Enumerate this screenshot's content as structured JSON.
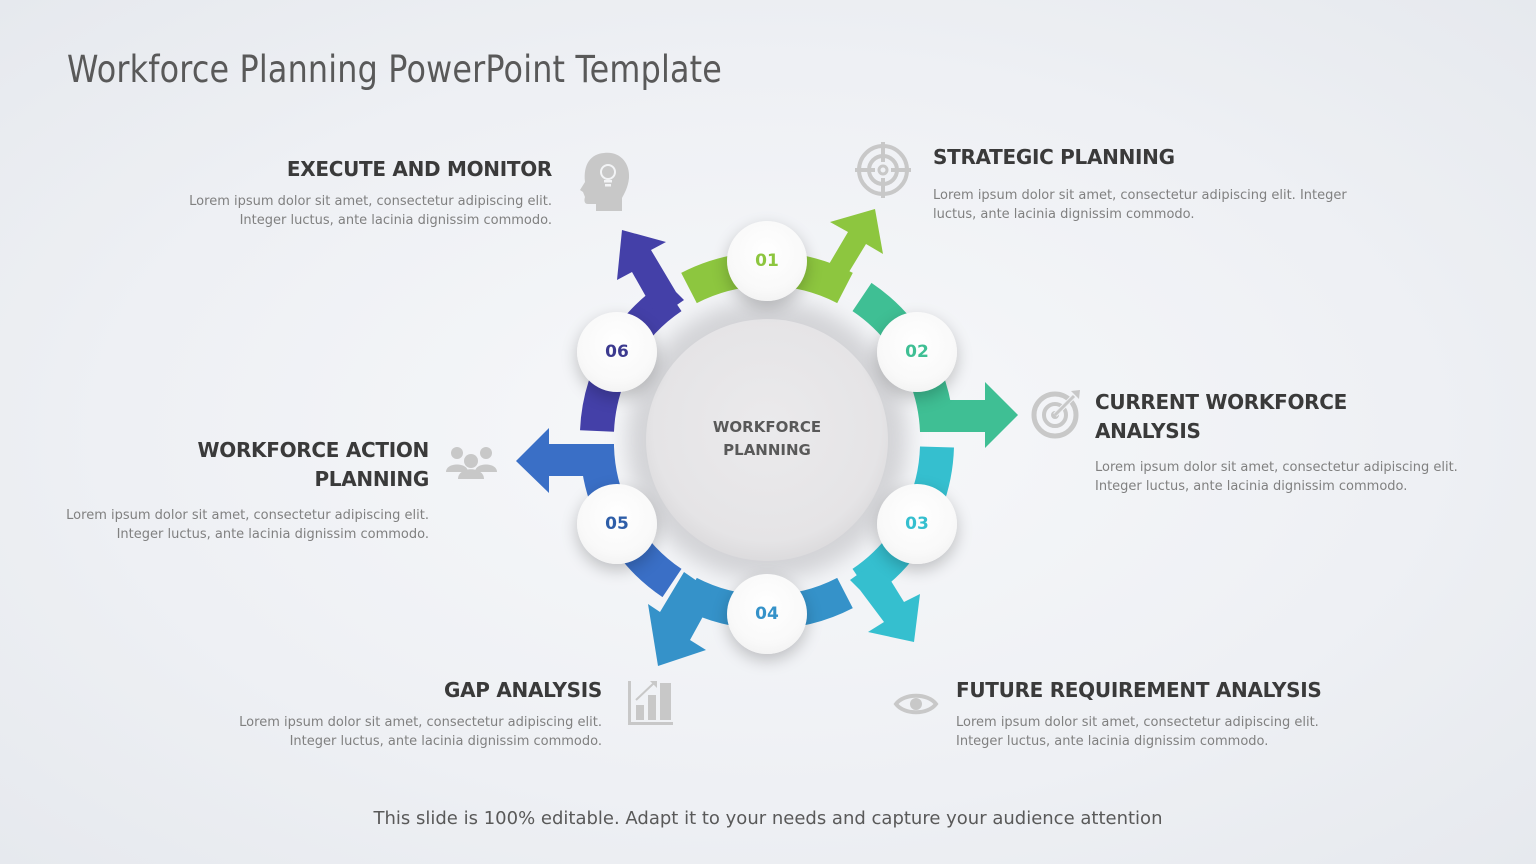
{
  "slide": {
    "title": "Workforce Planning PowerPoint Template",
    "footer": "This slide is 100% editable. Adapt it to your needs and capture your audience attention"
  },
  "center": {
    "line1": "WORKFORCE",
    "line2": "PLANNING"
  },
  "steps": [
    {
      "number": "01",
      "color": "#8dc63f",
      "heading": "STRATEGIC PLANNING",
      "description": "Lorem ipsum dolor sit amet, consectetur adipiscing elit. Integer luctus, ante lacinia dignissim commodo.",
      "icon": "crosshair-target-icon"
    },
    {
      "number": "02",
      "color": "#3fbf94",
      "heading_line1": "CURRENT WORKFORCE",
      "heading_line2": "ANALYSIS",
      "description": "Lorem ipsum dolor sit amet, consectetur adipiscing elit. Integer luctus, ante lacinia dignissim commodo.",
      "icon": "dartboard-icon"
    },
    {
      "number": "03",
      "color": "#35bfcf",
      "heading": "FUTURE REQUIREMENT ANALYSIS",
      "description": "Lorem ipsum dolor sit amet, consectetur adipiscing elit. Integer luctus, ante lacinia dignissim commodo.",
      "icon": "eye-icon"
    },
    {
      "number": "04",
      "color": "#3592c9",
      "heading": "GAP ANALYSIS",
      "description": "Lorem ipsum dolor sit amet, consectetur adipiscing elit. Integer luctus, ante lacinia dignissim commodo.",
      "icon": "bar-chart-growth-icon"
    },
    {
      "number": "05",
      "color": "#3a6fc6",
      "heading_line1": "WORKFORCE ACTION",
      "heading_line2": "PLANNING",
      "description": "Lorem ipsum dolor sit amet, consectetur adipiscing elit. Integer luctus, ante lacinia dignissim commodo.",
      "icon": "team-people-icon"
    },
    {
      "number": "06",
      "color": "#4440a8",
      "heading": "EXECUTE AND MONITOR",
      "description": "Lorem ipsum dolor sit amet, consectetur adipiscing elit. Integer luctus, ante lacinia dignissim commodo.",
      "icon": "head-lightbulb-icon"
    }
  ],
  "colors": {
    "icon_gray": "#c8c8c8",
    "heading": "#3a3a3a",
    "body": "#808080",
    "center_fill": "#e9e8ea"
  }
}
